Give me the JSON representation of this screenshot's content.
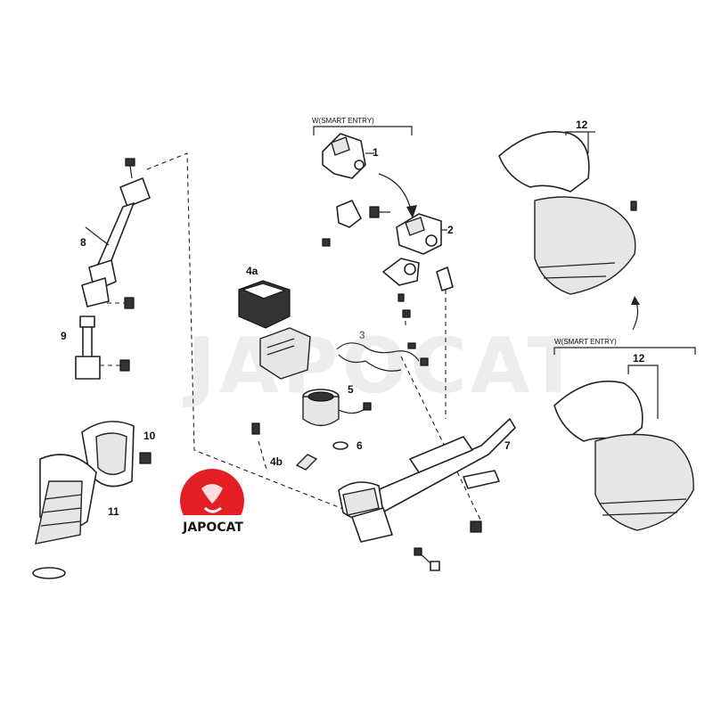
{
  "watermark": "JAPOCAT",
  "logo": {
    "text": "JAPOCAT",
    "badge_color": "#e31e24"
  },
  "notes": {
    "smart_entry_top": "W(SMART ENTRY)",
    "smart_entry_right": "W(SMART ENTRY)"
  },
  "labels": {
    "p1": "1",
    "p2": "2",
    "p3": "3",
    "p4a": "4a",
    "p4b": "4b",
    "p5": "5",
    "p6": "6",
    "p7": "7",
    "p8": "8",
    "p9": "9",
    "p10": "10",
    "p11": "11",
    "p12_top": "12",
    "p12_bottom": "12"
  }
}
